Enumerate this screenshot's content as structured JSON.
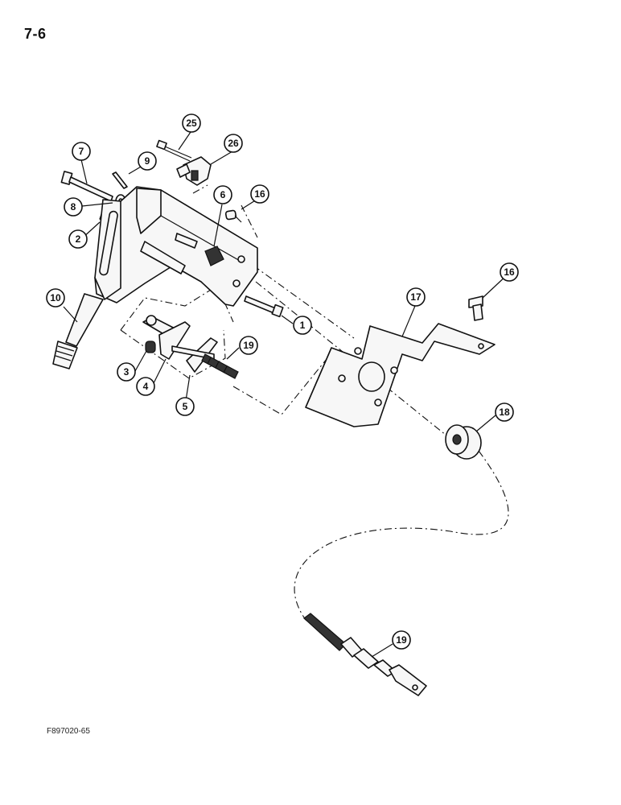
{
  "page": {
    "number": "7-6",
    "figure_code": "F897020-65"
  },
  "callouts": [
    {
      "label": "25"
    },
    {
      "label": "26"
    },
    {
      "label": "7"
    },
    {
      "label": "9"
    },
    {
      "label": "6"
    },
    {
      "label": "16"
    },
    {
      "label": "8"
    },
    {
      "label": "2"
    },
    {
      "label": "10"
    },
    {
      "label": "1"
    },
    {
      "label": "16"
    },
    {
      "label": "17"
    },
    {
      "label": "19"
    },
    {
      "label": "3"
    },
    {
      "label": "4"
    },
    {
      "label": "5"
    },
    {
      "label": "18"
    },
    {
      "label": "19"
    }
  ]
}
